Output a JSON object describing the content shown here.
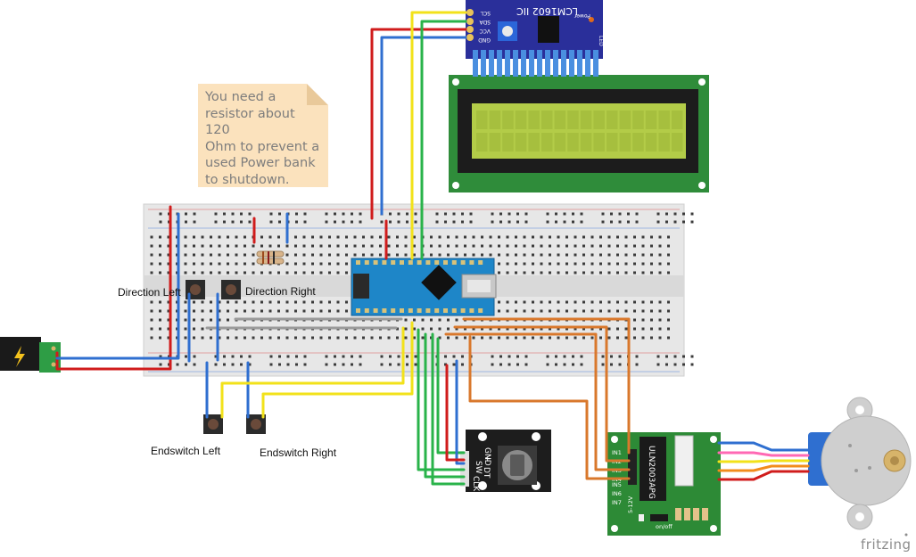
{
  "note": {
    "text": "You need a\nresistor about 120\nOhm to prevent a\nused Power bank\nto shutdown."
  },
  "labels": {
    "direction_left": "Direction Left",
    "direction_right": "Direction Right",
    "endswitch_left": "Endswitch Left",
    "endswitch_right": "Endswitch Right"
  },
  "lcm_module": {
    "title": "LCM1602 IIC",
    "power_label": "Power",
    "led_label": "LED",
    "pins": [
      "SCL",
      "SDA",
      "VCC",
      "GND"
    ]
  },
  "rotary_encoder": {
    "pins": [
      "GND",
      "+",
      "SW",
      "DT",
      "CLK"
    ]
  },
  "driver_board": {
    "chip_label": "ULN2003APG",
    "inputs": [
      "IN1",
      "IN2",
      "IN3",
      "IN4",
      "IN5",
      "IN6",
      "IN7"
    ],
    "switch_label": "on/off",
    "power_label": "5-12V"
  },
  "brand": "fritzing",
  "colors": {
    "wire_red": "#d01c1c",
    "wire_blue": "#2f6fd0",
    "wire_yellow": "#f2e21a",
    "wire_green": "#29b34a",
    "wire_orange": "#d9782c",
    "wire_gray": "#9a9a9a",
    "arduino": "#1e86c8",
    "lcd_screen": "#b3cc48",
    "pcb_green": "#2d8a36",
    "i2c_board": "#2a2f9a",
    "note_bg": "#fbe2bd"
  }
}
